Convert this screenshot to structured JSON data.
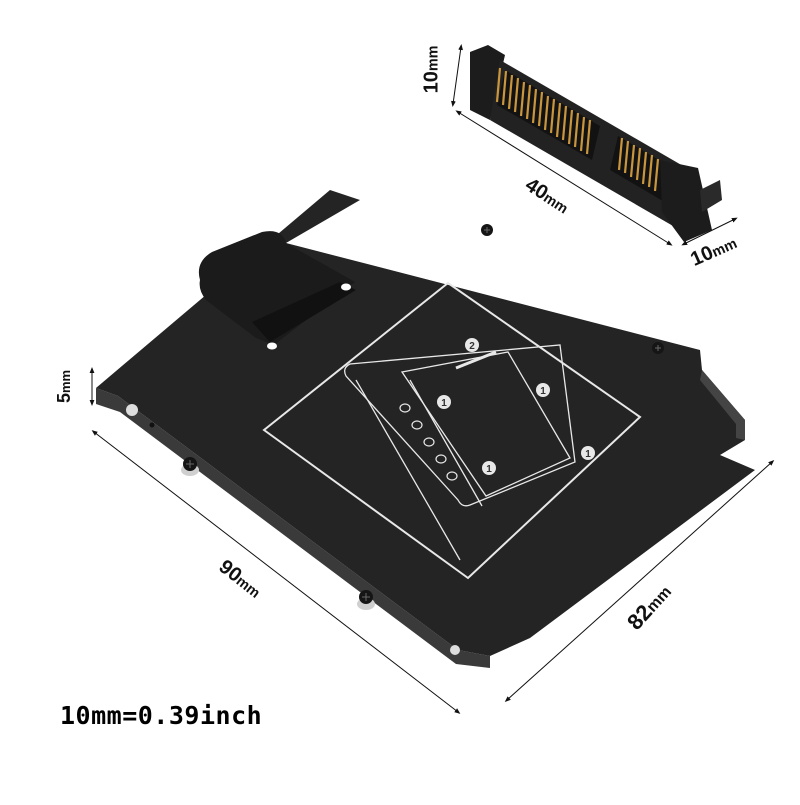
{
  "image": {
    "subject": "hard-drive-caddy-with-sata-connector",
    "background": "#ffffff",
    "caddy_color": "#242424",
    "caddy_edge_color": "#3a3a3a",
    "connector_color": "#1c1c1c",
    "pin_color": "#c9963e",
    "diagram_line_color": "#e8e8e8"
  },
  "dimensions": {
    "connector_height": {
      "value": "10",
      "unit": "mm"
    },
    "connector_length": {
      "value": "40",
      "unit": "mm"
    },
    "connector_depth": {
      "value": "10",
      "unit": "mm"
    },
    "caddy_thickness": {
      "value": "5",
      "unit": "mm"
    },
    "caddy_length": {
      "value": "90",
      "unit": "mm"
    },
    "caddy_width": {
      "value": "82",
      "unit": "mm"
    }
  },
  "diagram": {
    "step_markers": [
      "2",
      "1",
      "1",
      "1",
      "1"
    ]
  },
  "conversion_note": "10mm=0.39inch"
}
